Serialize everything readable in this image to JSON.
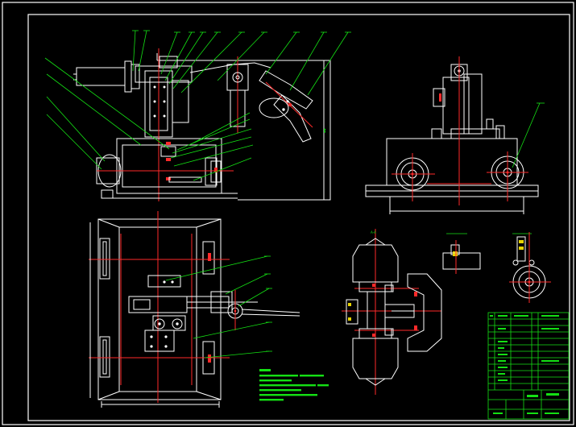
{
  "drawing": {
    "background": "#000000",
    "colors": {
      "outline": "#ffffff",
      "center_line": "#ff2a2a",
      "leader": "#14e014",
      "highlight": "#e8d400"
    },
    "views": [
      "front-view",
      "side-view",
      "top-view",
      "section-detail",
      "detail-a",
      "detail-b"
    ],
    "technical_notes_visible": true,
    "title_block_visible": true
  }
}
